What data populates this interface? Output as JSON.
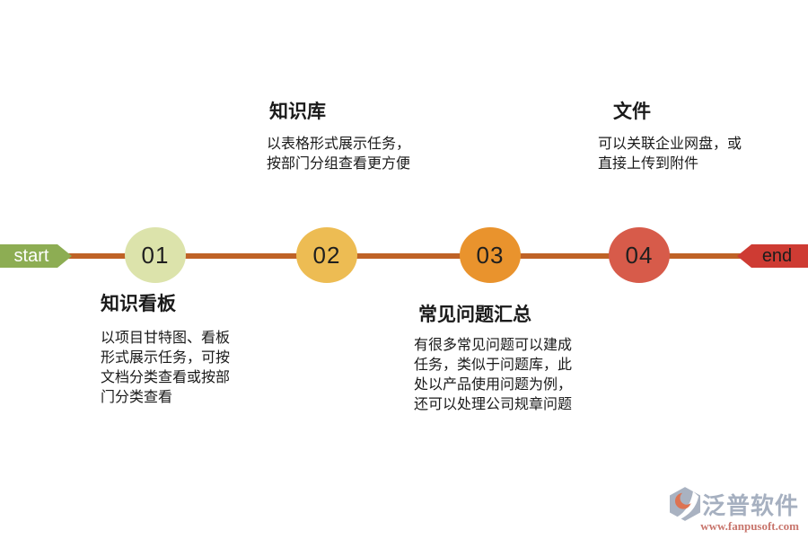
{
  "page": {
    "background": "#ffffff"
  },
  "timeline": {
    "line_color": "#bf6226",
    "start_label": "start",
    "start_color": "#8dad53",
    "end_label": "end",
    "end_color": "#ce3b33",
    "steps": [
      {
        "number": "01",
        "color": "#dce3ab",
        "title": "知识看板",
        "description": "以项目甘特图、看板形式展示任务，可按文档分类查看或按部门分类查看",
        "position": "below"
      },
      {
        "number": "02",
        "color": "#edbc53",
        "title": "知识库",
        "description": "以表格形式展示任务，按部门分组查看更方便",
        "position": "above"
      },
      {
        "number": "03",
        "color": "#e9932d",
        "title": "常见问题汇总",
        "description": "有很多常见问题可以建成任务，类似于问题库，此处以产品使用问题为例，还可以处理公司规章问题",
        "position": "below"
      },
      {
        "number": "04",
        "color": "#d75b4a",
        "title": "文件",
        "description": "可以关联企业网盘，或直接上传到附件",
        "position": "above"
      }
    ]
  },
  "watermark": {
    "brand": "泛普软件",
    "url": "www.fanpusoft.com",
    "icon_gray": "#a9b2c1",
    "icon_accent": "#dd7352"
  }
}
